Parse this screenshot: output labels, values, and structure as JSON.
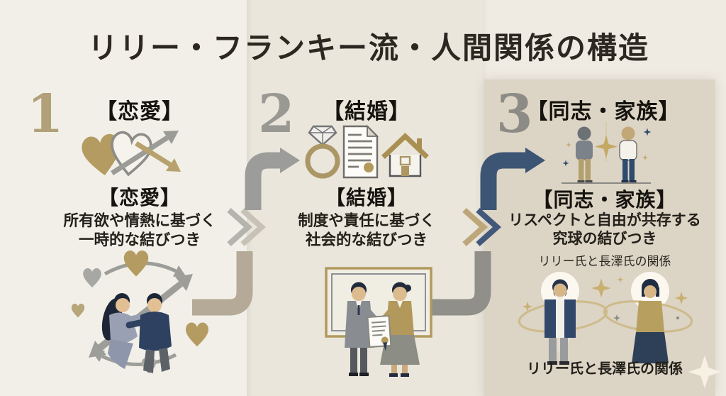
{
  "title": "リリー・フランキー流・人間関係の構造",
  "steps": [
    {
      "number": "1",
      "header": "【恋愛】",
      "subtitle": "【恋愛】",
      "desc_line1": "所有欲や情熱に基づく",
      "desc_line2": "一時的な結びつき",
      "icon": "hearts-and-arrows-icon",
      "illustration": "embracing-couple-with-arrows-and-hearts"
    },
    {
      "number": "2",
      "header": "【結婚】",
      "subtitle": "【結婚】",
      "desc_line1": "制度や責任に基づく",
      "desc_line2": "社会的な結びつき",
      "icon": "ring-certificate-house-icons",
      "illustration": "couple-holding-marriage-certificate"
    },
    {
      "number": "3",
      "header": "【同志・家族】",
      "subtitle": "【同志・家族】",
      "desc_line1": "リスペクトと自由が共存する",
      "desc_line2": "究球の結びつき",
      "note": "リリー氏と長澤氏の関係",
      "caption": "リリー氏と長澤氏の関係",
      "icon": "two-standing-figures-sparkles-icon",
      "illustration": "infinity-bond-couple-with-halos"
    }
  ],
  "connectors": [
    {
      "from": "step-1",
      "to": "step-2",
      "style": "tan-pipe-chevrons-gray-arrow"
    },
    {
      "from": "step-2",
      "to": "step-3",
      "style": "gray-pipe-chevrons-navy-arrow"
    }
  ],
  "palette": {
    "bg_left": "#f2efe8",
    "bg_middle": "#eae6db",
    "bg_right": "#efebe2",
    "highlight_panel": "#dcd4c5",
    "title_text": "#2c2720",
    "body_text": "#23201a",
    "gold": "#b3995c",
    "tan_number": "#b1a078",
    "gray": "#9a9892",
    "navy": "#3d5574",
    "tan_pipe": "#b4aa97",
    "cream_sparkle": "#f7f1e4"
  }
}
